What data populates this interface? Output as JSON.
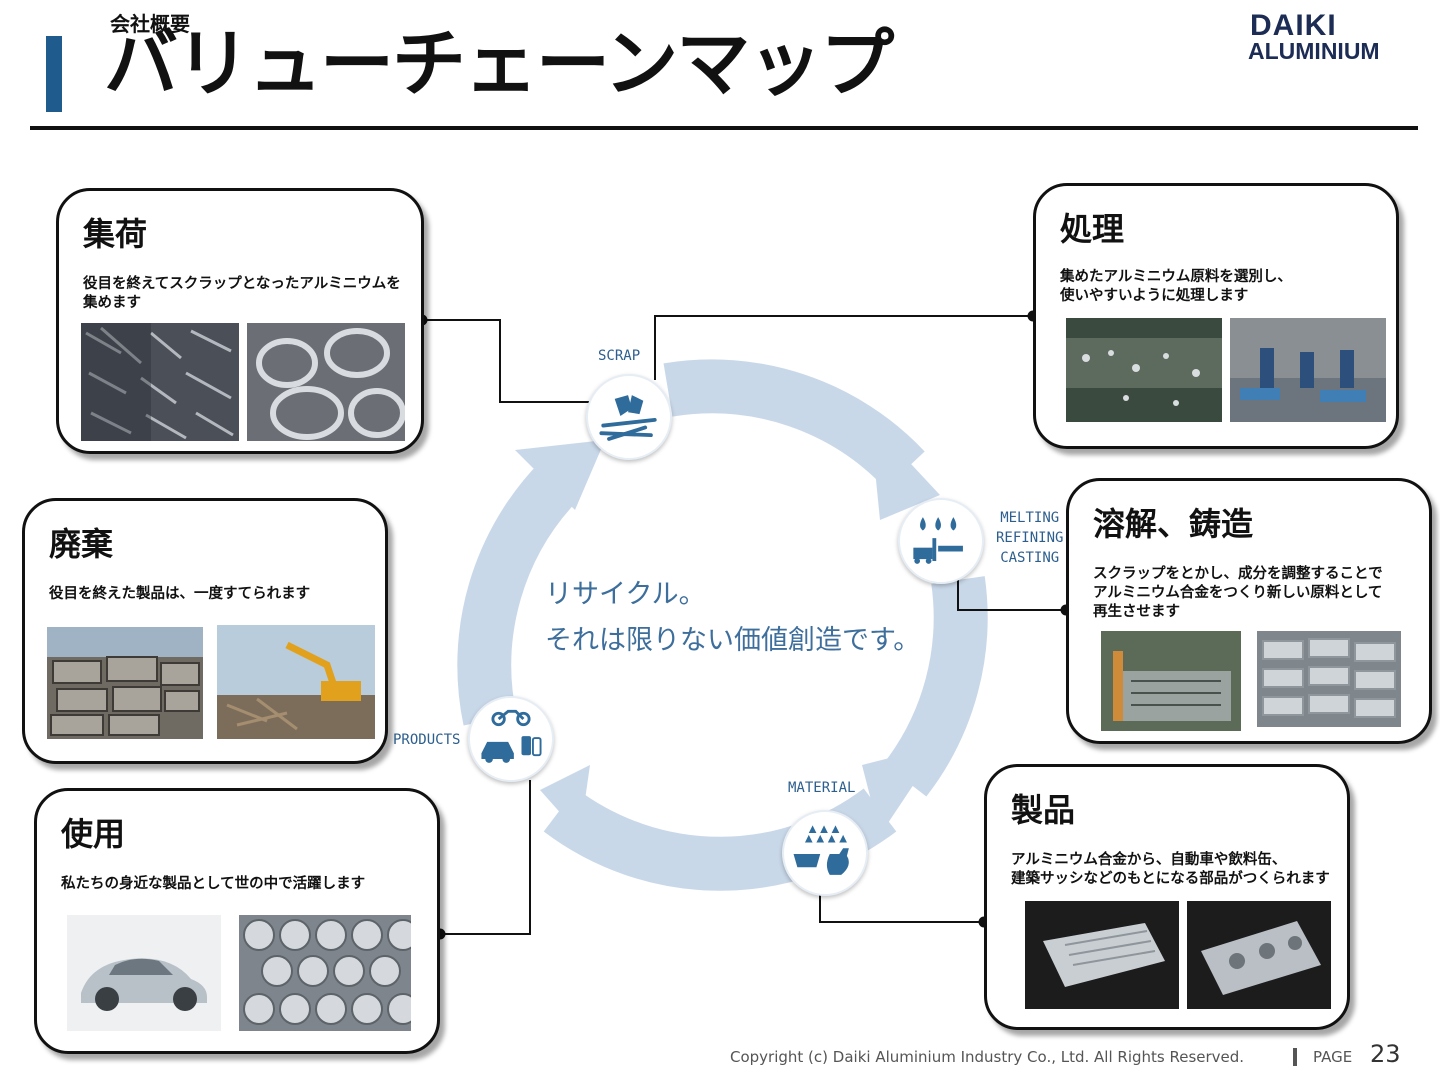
{
  "header": {
    "section_label": "会社概要",
    "title": "バリューチェーンマップ",
    "logo_line1": "DAIKI",
    "logo_line2": "ALUMINIUM"
  },
  "cycle": {
    "center_line1": "リサイクル。",
    "center_line2": "それは限りない価値創造です。",
    "stages": [
      {
        "label": "SCRAP",
        "icon": "scrap-icon"
      },
      {
        "label": "MELTING\nREFINING\nCASTING",
        "icon": "melting-icon"
      },
      {
        "label": "MATERIAL",
        "icon": "ingot-icon"
      },
      {
        "label": "PRODUCTS",
        "icon": "products-icon"
      }
    ]
  },
  "cards": {
    "collection": {
      "title": "集荷",
      "desc": "役目を終えてスクラップとなったアルミニウムを\n集めます"
    },
    "processing": {
      "title": "処理",
      "desc": "集めたアルミニウム原料を選別し、\n使いやすいように処理します"
    },
    "melting": {
      "title": "溶解、鋳造",
      "desc": "スクラップをとかし、成分を調整することで\nアルミニウム合金をつくり新しい原料として\n再生させます"
    },
    "products": {
      "title": "製品",
      "desc": "アルミニウム合金から、自動車や飲料缶、\n建築サッシなどのもとになる部品がつくられます"
    },
    "usage": {
      "title": "使用",
      "desc": "私たちの身近な製品として世の中で活躍します"
    },
    "disposal": {
      "title": "廃棄",
      "desc": "役目を終えた製品は、一度すてられます"
    }
  },
  "colors": {
    "accent": "#1f5b8c",
    "cycle_arrow": "#c9d8e9",
    "icon_blue": "#2f6c9c",
    "logo": "#1c2c55"
  },
  "footer": {
    "copyright": "Copyright (c) Daiki Aluminium Industry Co., Ltd. All Rights Reserved.",
    "page_label": "PAGE",
    "page_number": "23"
  }
}
